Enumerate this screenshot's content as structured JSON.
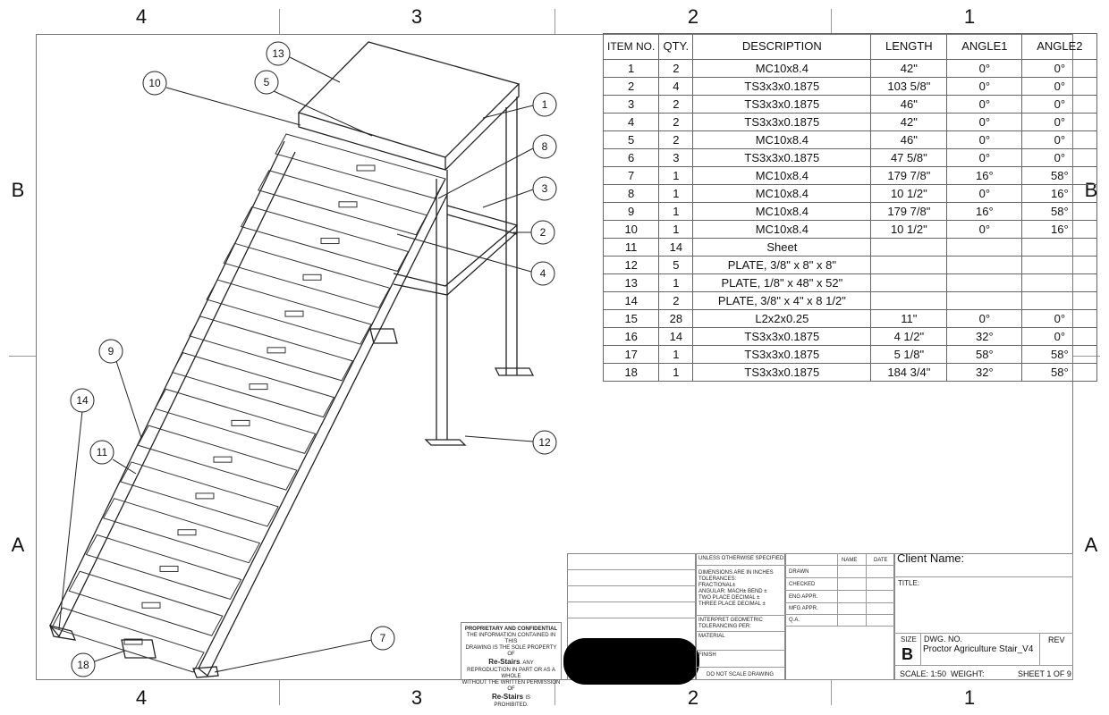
{
  "zones": {
    "top": [
      "4",
      "3",
      "2",
      "1"
    ],
    "bottom": [
      "4",
      "3",
      "2",
      "1"
    ],
    "left": [
      "B",
      "A"
    ],
    "right": [
      "B",
      "A"
    ]
  },
  "bom": {
    "headers": [
      "ITEM NO.",
      "QTY.",
      "DESCRIPTION",
      "LENGTH",
      "ANGLE1",
      "ANGLE2"
    ],
    "rows": [
      [
        "1",
        "2",
        "MC10x8.4",
        "42\"",
        "0°",
        "0°"
      ],
      [
        "2",
        "4",
        "TS3x3x0.1875",
        "103 5/8\"",
        "0°",
        "0°"
      ],
      [
        "3",
        "2",
        "TS3x3x0.1875",
        "46\"",
        "0°",
        "0°"
      ],
      [
        "4",
        "2",
        "TS3x3x0.1875",
        "42\"",
        "0°",
        "0°"
      ],
      [
        "5",
        "2",
        "MC10x8.4",
        "46\"",
        "0°",
        "0°"
      ],
      [
        "6",
        "3",
        "TS3x3x0.1875",
        "47 5/8\"",
        "0°",
        "0°"
      ],
      [
        "7",
        "1",
        "MC10x8.4",
        "179 7/8\"",
        "16°",
        "58°"
      ],
      [
        "8",
        "1",
        "MC10x8.4",
        "10 1/2\"",
        "0°",
        "16°"
      ],
      [
        "9",
        "1",
        "MC10x8.4",
        "179 7/8\"",
        "16°",
        "58°"
      ],
      [
        "10",
        "1",
        "MC10x8.4",
        "10 1/2\"",
        "0°",
        "16°"
      ],
      [
        "11",
        "14",
        "Sheet",
        "",
        "",
        ""
      ],
      [
        "12",
        "5",
        "PLATE, 3/8\" x 8\" x 8\"",
        "",
        "",
        ""
      ],
      [
        "13",
        "1",
        "PLATE, 1/8\" x 48\" x 52\"",
        "",
        "",
        ""
      ],
      [
        "14",
        "2",
        "PLATE, 3/8\" x 4\" x 8 1/2\"",
        "",
        "",
        ""
      ],
      [
        "15",
        "28",
        "L2x2x0.25",
        "11\"",
        "0°",
        "0°"
      ],
      [
        "16",
        "14",
        "TS3x3x0.1875",
        "4 1/2\"",
        "32°",
        "0°"
      ],
      [
        "17",
        "1",
        "TS3x3x0.1875",
        "5 1/8\"",
        "58°",
        "58°"
      ],
      [
        "18",
        "1",
        "TS3x3x0.1875",
        "184 3/4\"",
        "32°",
        "58°"
      ]
    ]
  },
  "balloons": [
    "13",
    "10",
    "5",
    "1",
    "8",
    "3",
    "2",
    "4",
    "12",
    "9",
    "14",
    "11",
    "7",
    "18"
  ],
  "proprietary": {
    "title": "PROPRIETARY AND CONFIDENTIAL",
    "line1": "THE INFORMATION CONTAINED IN THIS",
    "line2": "DRAWING IS THE SOLE PROPERTY OF",
    "company": "Re-Stairs",
    "line3": ". ANY",
    "line4": "REPRODUCTION IN PART OR AS A WHOLE",
    "line5": "WITHOUT THE WRITTEN PERMISSION OF",
    "company2": "Re-Stairs",
    "line6": "IS",
    "line7": "PROHIBITED."
  },
  "titleblock": {
    "unless": "UNLESS OTHERWISE SPECIFIED:",
    "dims1": "DIMENSIONS ARE IN INCHES",
    "dims2": "TOLERANCES:",
    "dims3": "FRACTIONAL±",
    "dims4": "ANGULAR: MACH±   BEND ±",
    "dims5": "TWO PLACE DECIMAL   ±",
    "dims6": "THREE PLACE DECIMAL  ±",
    "interp1": "INTERPRET GEOMETRIC",
    "interp2": "TOLERANCING PER:",
    "material": "MATERIAL",
    "finish": "FINISH",
    "noscale": "DO NOT SCALE DRAWING",
    "name": "NAME",
    "date": "DATE",
    "drawn": "DRAWN",
    "checked": "CHECKED",
    "eng": "ENG APPR.",
    "mfg": "MFG APPR.",
    "qa": "Q.A.",
    "client": "Client Name:",
    "title": "TITLE:",
    "size_label": "SIZE",
    "size": "B",
    "dwg_label": "DWG.  NO.",
    "dwg": "Proctor Agriculture Stair_V4",
    "rev": "REV",
    "scale": "SCALE: 1:50",
    "weight": "WEIGHT:",
    "sheet": "SHEET 1 OF 9"
  }
}
